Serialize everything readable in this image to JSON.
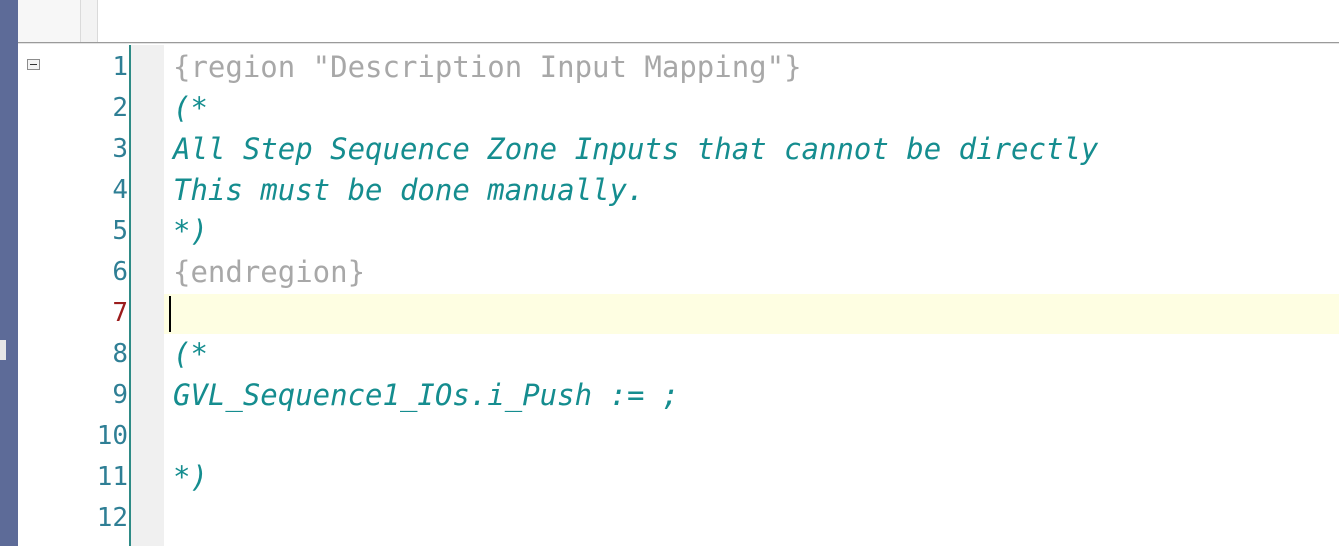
{
  "editor": {
    "fold_icon": "minus-box-icon",
    "current_line_number": "7",
    "lines": [
      {
        "num": "1",
        "text": "{region \"Description Input Mapping\"}",
        "kind": "region"
      },
      {
        "num": "2",
        "text": "(*",
        "kind": "comment"
      },
      {
        "num": "3",
        "text": "All Step Sequence Zone Inputs that cannot be directly",
        "kind": "comment"
      },
      {
        "num": "4",
        "text": "This must be done manually.",
        "kind": "comment"
      },
      {
        "num": "5",
        "text": "*)",
        "kind": "comment"
      },
      {
        "num": "6",
        "text": "{endregion}",
        "kind": "region"
      },
      {
        "num": "7",
        "text": "",
        "kind": "plain"
      },
      {
        "num": "8",
        "text": "(*",
        "kind": "comment"
      },
      {
        "num": "9",
        "text": "GVL_Sequence1_IOs.i_Push := ;",
        "kind": "comment"
      },
      {
        "num": "10",
        "text": "",
        "kind": "comment"
      },
      {
        "num": "11",
        "text": "*)",
        "kind": "comment"
      },
      {
        "num": "12",
        "text": "",
        "kind": "plain"
      }
    ]
  },
  "colors": {
    "left_bar": "#5d6b98",
    "line_numbers": "#2f7f95",
    "current_line_number": "#9b1c1c",
    "comment": "#158d8f",
    "region": "#a8a8a8",
    "current_line_highlight": "#fefee2"
  }
}
